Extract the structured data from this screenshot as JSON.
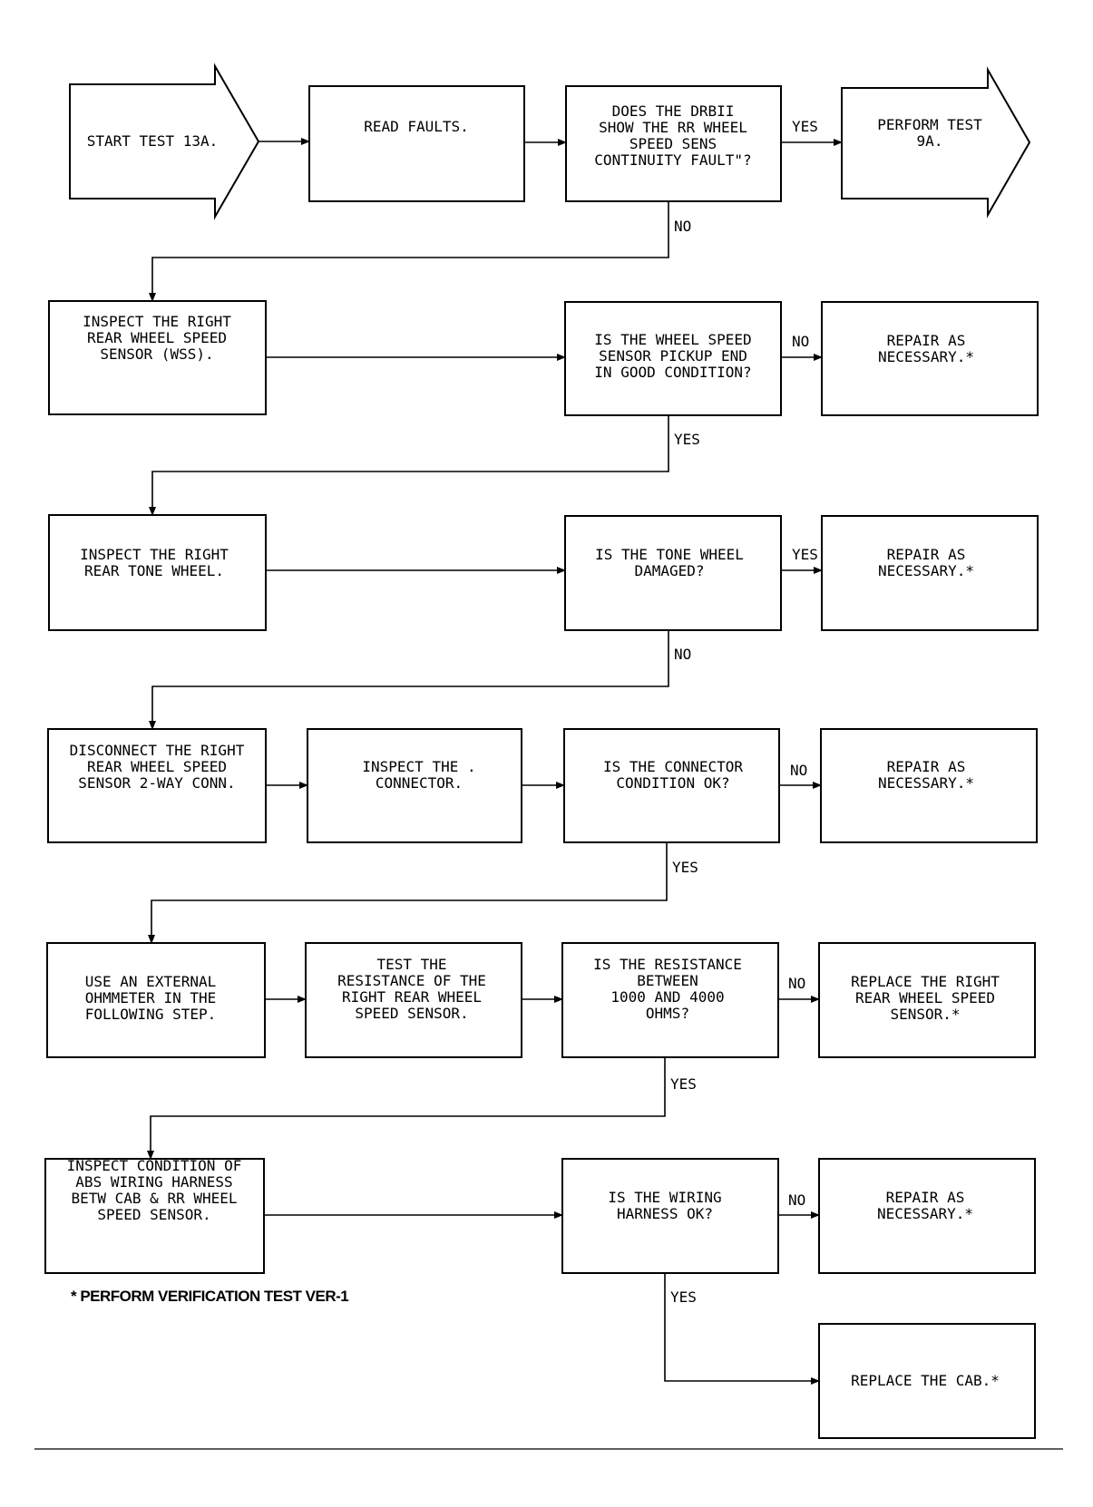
{
  "nodes": {
    "start": [
      "START TEST 13A."
    ],
    "read_faults": [
      "READ FAULTS."
    ],
    "q_continuity": [
      "DOES THE DRBII",
      "SHOW THE RR WHEEL",
      "SPEED SENS",
      "CONTINUITY FAULT\"?"
    ],
    "perform_9a": [
      "PERFORM TEST",
      "9A."
    ],
    "inspect_wss": [
      "INSPECT THE RIGHT",
      "REAR WHEEL SPEED",
      "SENSOR (WSS)."
    ],
    "q_pickup": [
      "IS THE WHEEL SPEED",
      "SENSOR PICKUP END",
      "IN GOOD CONDITION?"
    ],
    "repair_1": [
      "REPAIR AS",
      "NECESSARY.*"
    ],
    "inspect_tone": [
      "INSPECT THE RIGHT",
      "REAR TONE WHEEL."
    ],
    "q_tone": [
      "IS THE TONE WHEEL",
      "DAMAGED?"
    ],
    "repair_2": [
      "REPAIR AS",
      "NECESSARY.*"
    ],
    "disconnect": [
      "DISCONNECT THE RIGHT",
      "REAR WHEEL SPEED",
      "SENSOR 2-WAY CONN."
    ],
    "inspect_connector": [
      "INSPECT THE  .",
      "CONNECTOR."
    ],
    "q_connector": [
      "IS THE CONNECTOR",
      "CONDITION OK?"
    ],
    "repair_3": [
      "REPAIR AS",
      "NECESSARY.*"
    ],
    "ohmmeter": [
      "USE AN EXTERNAL",
      "OHMMETER IN THE",
      "FOLLOWING STEP."
    ],
    "test_resistance": [
      "TEST THE",
      "RESISTANCE OF THE",
      "RIGHT REAR WHEEL",
      "SPEED SENSOR."
    ],
    "q_resistance": [
      "IS THE RESISTANCE",
      "BETWEEN",
      "1000 AND 4000",
      "OHMS?"
    ],
    "replace_sensor": [
      "REPLACE THE RIGHT",
      "REAR WHEEL SPEED",
      "SENSOR.*"
    ],
    "inspect_harness": [
      "INSPECT CONDITION OF",
      "ABS WIRING HARNESS",
      "BETW CAB & RR WHEEL",
      "SPEED SENSOR."
    ],
    "q_harness": [
      "IS THE WIRING",
      "HARNESS OK?"
    ],
    "repair_4": [
      "REPAIR AS",
      "NECESSARY.*"
    ],
    "replace_cab": [
      "REPLACE THE CAB.*"
    ]
  },
  "edge_labels": {
    "continuity_yes": "YES",
    "continuity_no": "NO",
    "pickup_no": "NO",
    "pickup_yes": "YES",
    "tone_yes": "YES",
    "tone_no": "NO",
    "connector_no": "NO",
    "connector_yes": "YES",
    "resistance_no": "NO",
    "resistance_yes": "YES",
    "harness_no": "NO",
    "harness_yes": "YES"
  },
  "footnote": "* PERFORM VERIFICATION TEST VER-1"
}
